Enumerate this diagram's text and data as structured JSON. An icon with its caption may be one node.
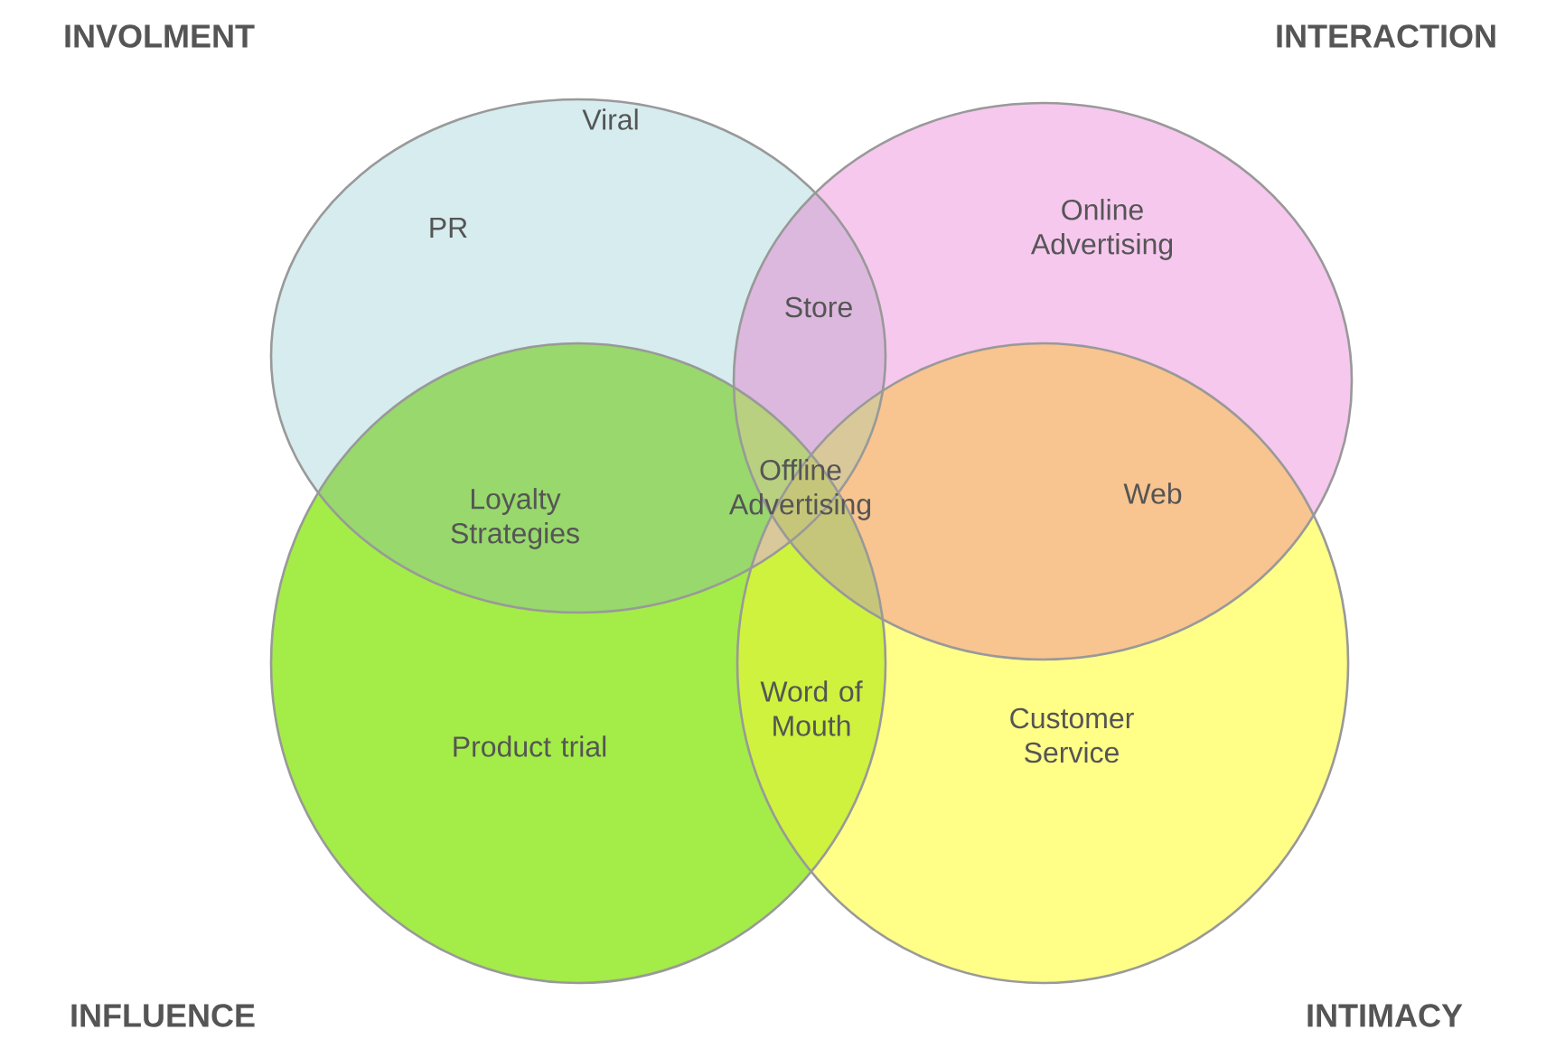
{
  "diagram": {
    "nodes": [
      {
        "text": [],
        "shape": "circle",
        "beside": [
          "INVOLMENT"
        ]
      },
      {
        "text": [],
        "shape": "circle",
        "beside": [
          "INTERACTION"
        ]
      },
      {
        "text": [],
        "shape": "circle",
        "beside": [
          "INFLUENCE"
        ]
      },
      {
        "text": [],
        "shape": "circle",
        "beside": [
          "INTIMACY"
        ]
      }
    ],
    "labels": [
      "Viral",
      "PR",
      "Online Advertising",
      "Store",
      "Loyalty Strategies",
      "Offline Advertising",
      "Web",
      "Word of Mouth",
      "Customer Service",
      "Product trial"
    ]
  }
}
